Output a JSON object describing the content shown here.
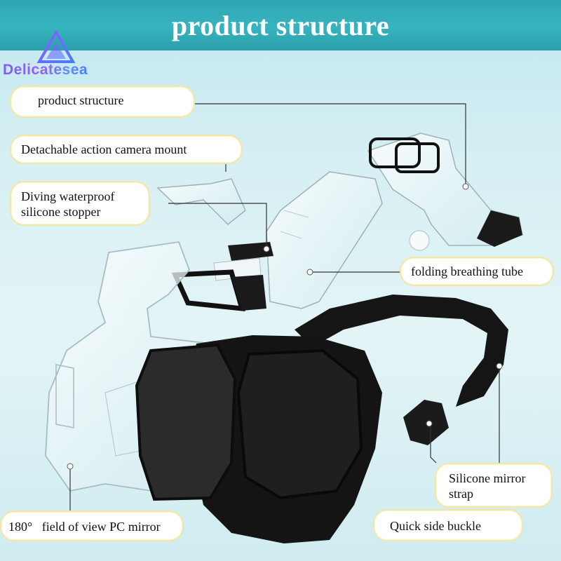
{
  "banner": {
    "title": "product structure"
  },
  "brand": {
    "name": "Delicatesea"
  },
  "labels": {
    "product_structure": "product structure",
    "camera_mount": "Detachable action camera mount",
    "stopper_line1": "Diving waterproof",
    "stopper_line2": "silicone stopper",
    "breathing_tube": "folding breathing tube",
    "strap_line1": "Silicone mirror",
    "strap_line2": "strap",
    "buckle": "Quick side buckle",
    "mirror_degree": "180°",
    "mirror_text": "field of view PC mirror"
  },
  "colors": {
    "banner": "#2fa6b2",
    "label_border": "#f1e7a6",
    "mask_black": "#111111",
    "clear_plastic": "#e9f6f8"
  },
  "icons": [
    "logo-triangle-icon"
  ]
}
